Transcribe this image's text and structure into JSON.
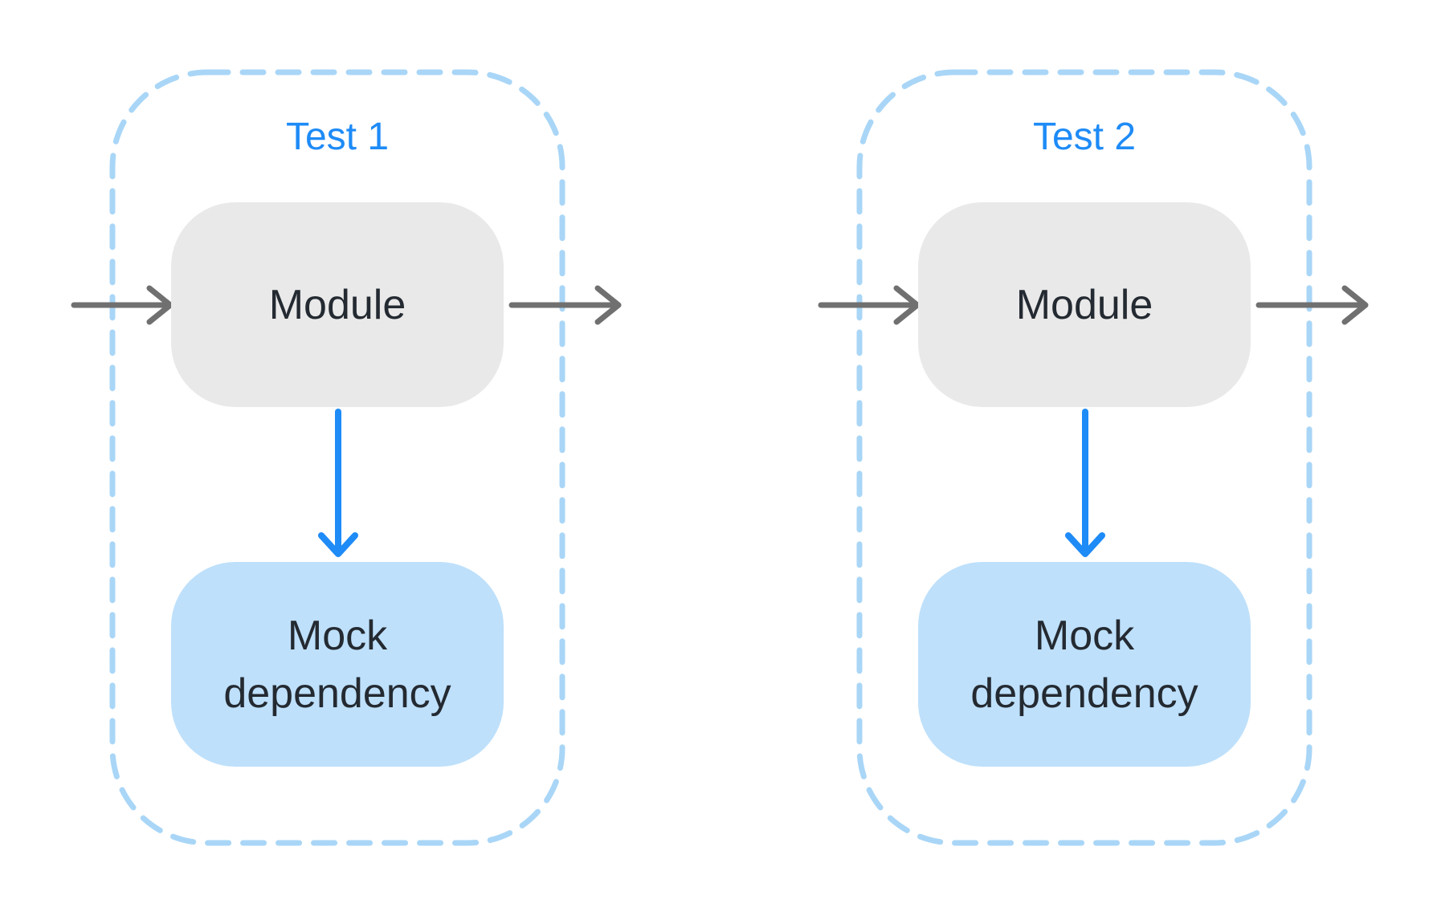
{
  "diagram": {
    "background": "#ffffff",
    "colors": {
      "container_border": "#a9d6f7",
      "title_text": "#1e8bf7",
      "module_fill": "#e9e9e9",
      "mock_fill": "#bee0fb",
      "node_text": "#242a31",
      "arrow_gray": "#707070",
      "arrow_blue": "#1e8bf7"
    },
    "tests": [
      {
        "label": "Test 1",
        "module_label": "Module",
        "dependency_label": "Mock dependency"
      },
      {
        "label": "Test 2",
        "module_label": "Module",
        "dependency_label": "Mock dependency"
      }
    ],
    "icons": {
      "input_arrow": "arrow-right-icon",
      "output_arrow": "arrow-right-icon",
      "dependency_arrow": "arrow-down-icon"
    }
  }
}
